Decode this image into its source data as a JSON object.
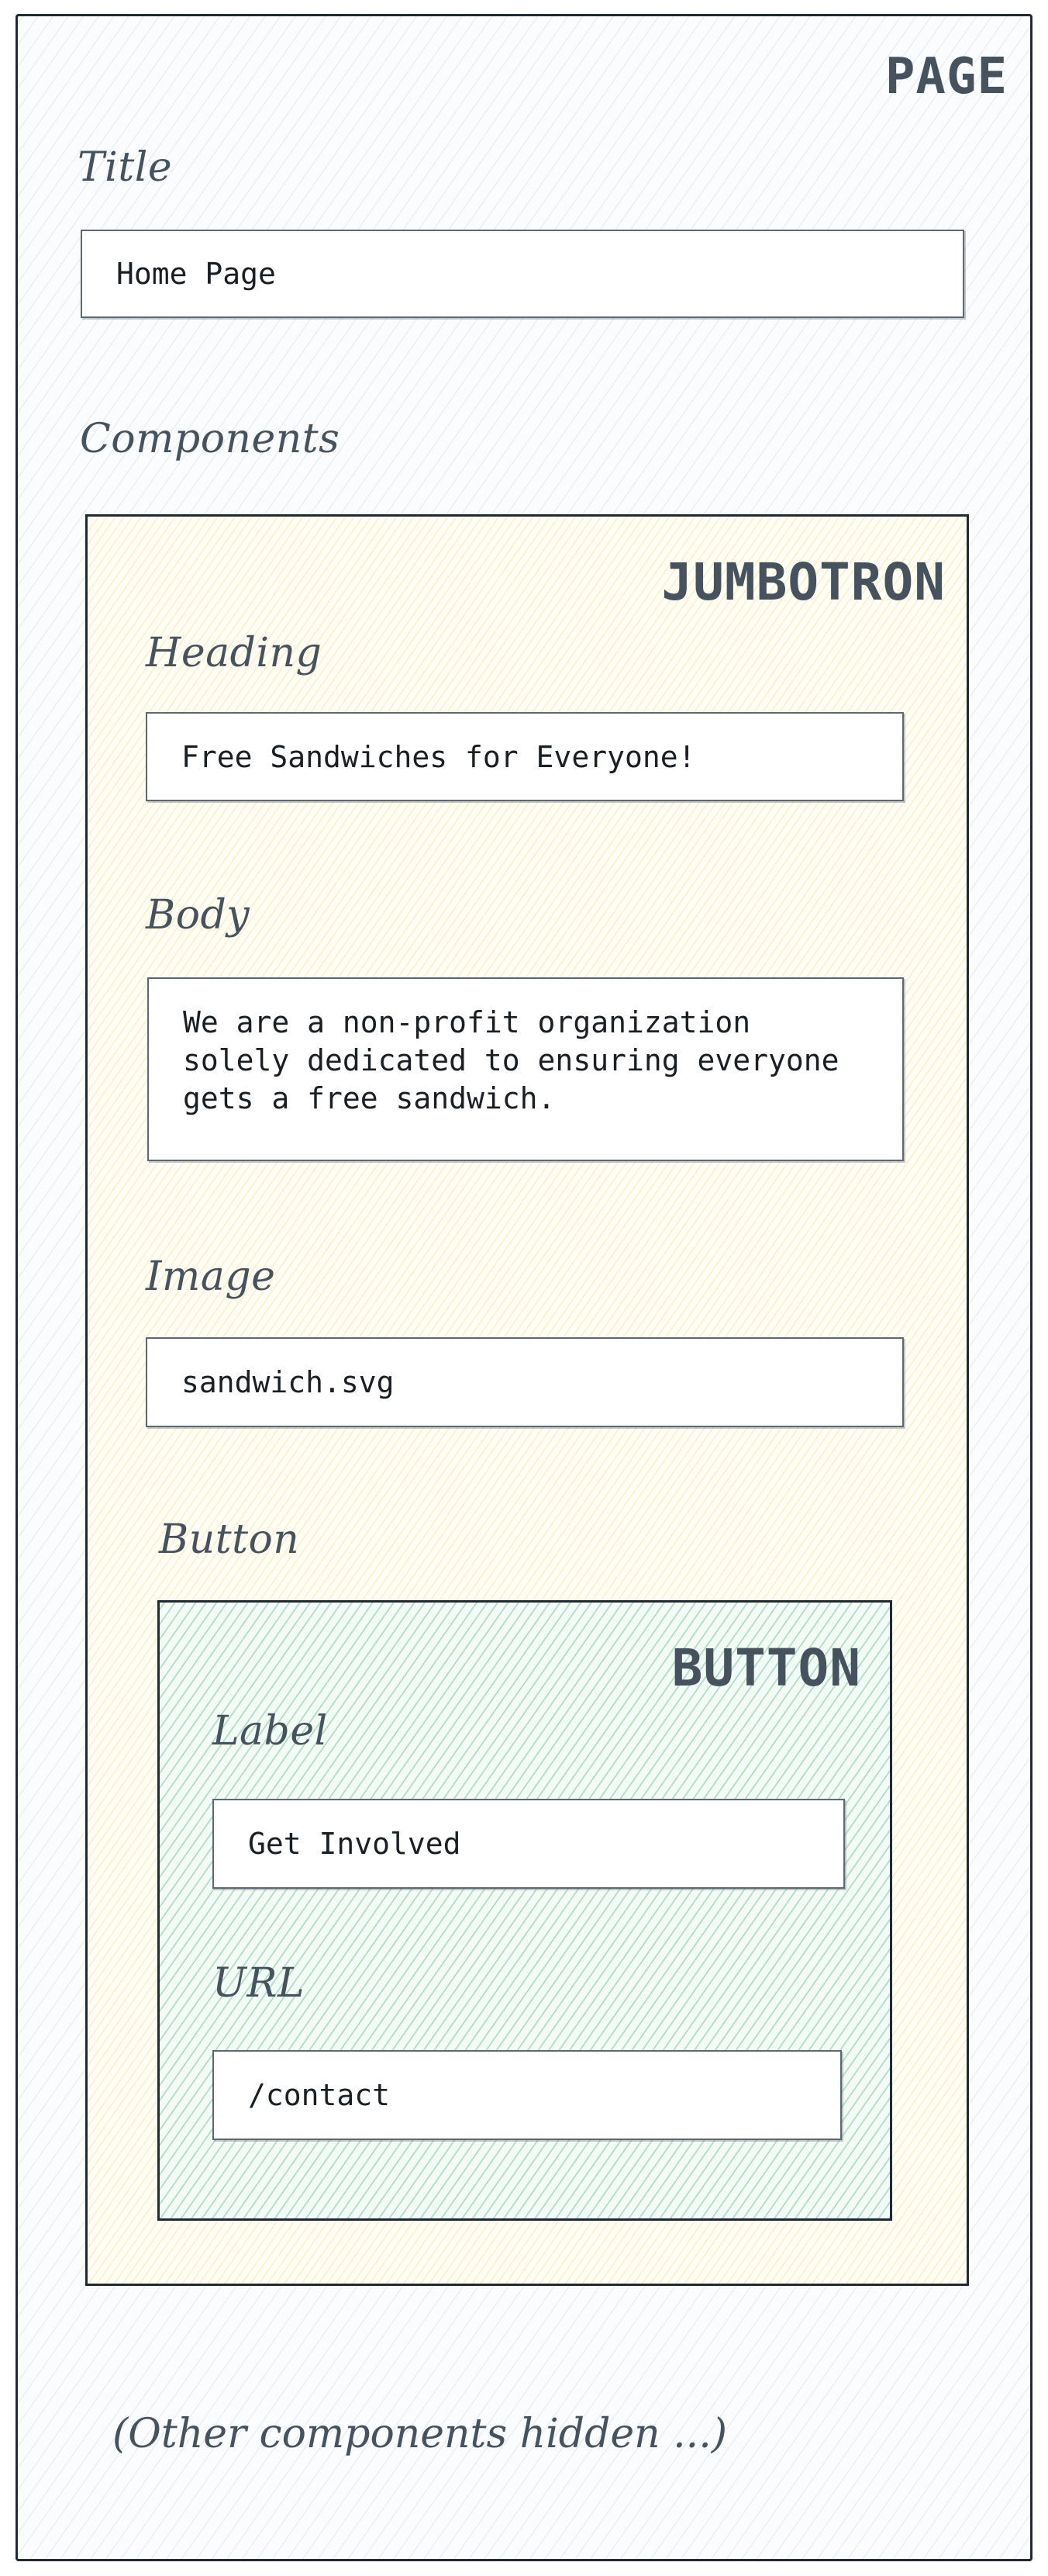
{
  "page": {
    "heading": "PAGE",
    "title_label": "Title",
    "title_value": "Home Page",
    "components_label": "Components",
    "footer_note": "(Other components hidden ...)"
  },
  "jumbotron": {
    "heading": "JUMBOTRON",
    "heading_label": "Heading",
    "heading_value": "Free Sandwiches for Everyone!",
    "body_label": "Body",
    "body_value": "We are a non-profit organization\nsolely dedicated to ensuring everyone\ngets a free sandwich.",
    "image_label": "Image",
    "image_value": "sandwich.svg",
    "button_label": "Button"
  },
  "button": {
    "heading": "BUTTON",
    "label_label": "Label",
    "label_value": "Get Involved",
    "url_label": "URL",
    "url_value": "/contact"
  }
}
